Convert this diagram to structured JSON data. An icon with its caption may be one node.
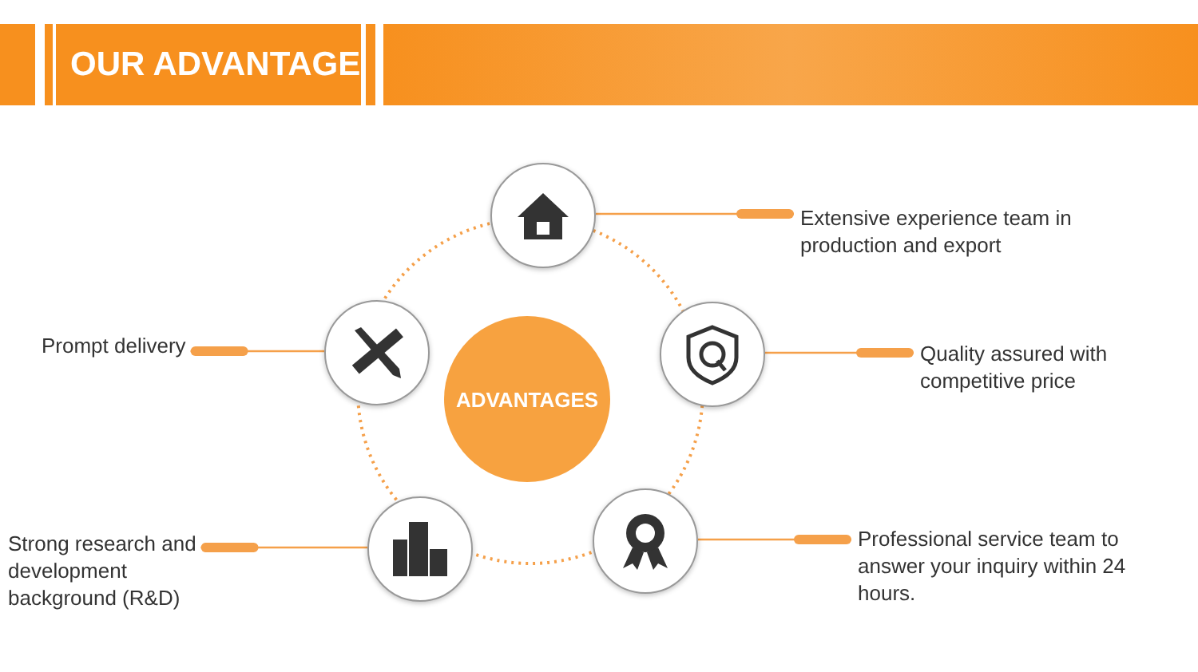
{
  "diagram": {
    "title": "OUR ADVANTAGE",
    "nodes": [
      {
        "text": [
          "ADVANTAGES"
        ]
      },
      {
        "text": [],
        "shape": "circle"
      },
      {
        "text": [
          "Extensive experience team in production and export"
        ]
      },
      {
        "text": [],
        "shape": "circle"
      },
      {
        "text": [
          "Prompt delivery"
        ]
      },
      {
        "text": [],
        "shape": "circle"
      },
      {
        "text": [
          "Quality assured with competitive price"
        ]
      },
      {
        "text": [],
        "shape": "circle"
      },
      {
        "text": [
          "Strong research and development background (R&D)"
        ]
      },
      {
        "text": [],
        "shape": "circle"
      },
      {
        "text": [
          "Professional service team to answer your inquiry within 24 hours."
        ]
      }
    ],
    "edges": [
      {
        "from": 2,
        "to": 1,
        "arrow": "none"
      },
      {
        "from": 4,
        "to": 3,
        "arrow": "none"
      },
      {
        "from": 6,
        "to": 5,
        "arrow": "none"
      },
      {
        "from": 8,
        "to": 7,
        "arrow": "none"
      },
      {
        "from": 10,
        "to": 9,
        "arrow": "none"
      }
    ]
  }
}
